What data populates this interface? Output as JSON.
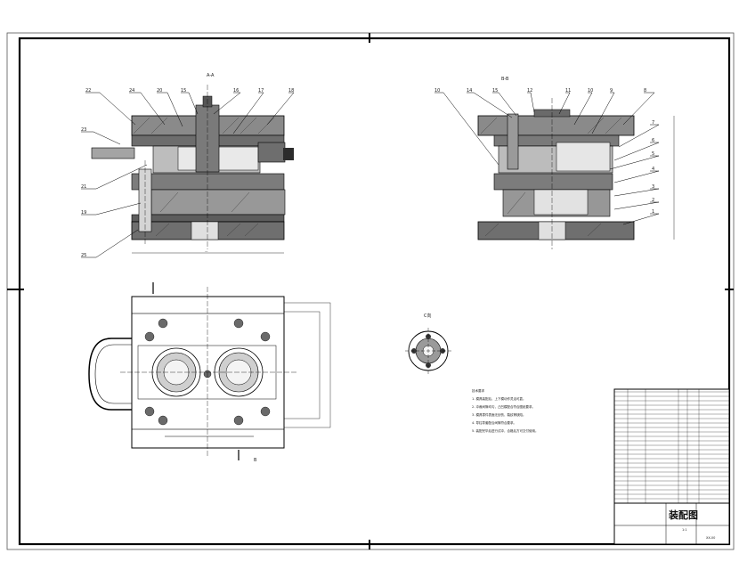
{
  "drawing": {
    "title_block_title": "装配图",
    "drawing_number": "XX-00",
    "scale_label": "1:1"
  },
  "views": {
    "section_aa_label": "A-A",
    "section_bb_label": "B-B",
    "plan_arrow_label": "B",
    "detail_label": "C向"
  },
  "callouts_left": [
    "22",
    "24",
    "20",
    "15",
    "16",
    "17",
    "18",
    "23",
    "21",
    "19",
    "25"
  ],
  "callouts_right": [
    "10",
    "14",
    "15",
    "12",
    "11",
    "10",
    "9",
    "8",
    "7",
    "6",
    "5",
    "4",
    "3",
    "2",
    "1"
  ],
  "tech_notes": {
    "heading": "技术要求",
    "items": [
      "1. 模具装配后，上下模动作灵活可靠。",
      "2. 冲裁间隙均匀，凸凹模配合符合图纸要求。",
      "3. 模具零件表面无划伤、裂纹等缺陷。",
      "4. 导柱导套配合间隙符合要求。",
      "5. 装配完毕后进行试冲，合格后方可交付使用。"
    ]
  }
}
